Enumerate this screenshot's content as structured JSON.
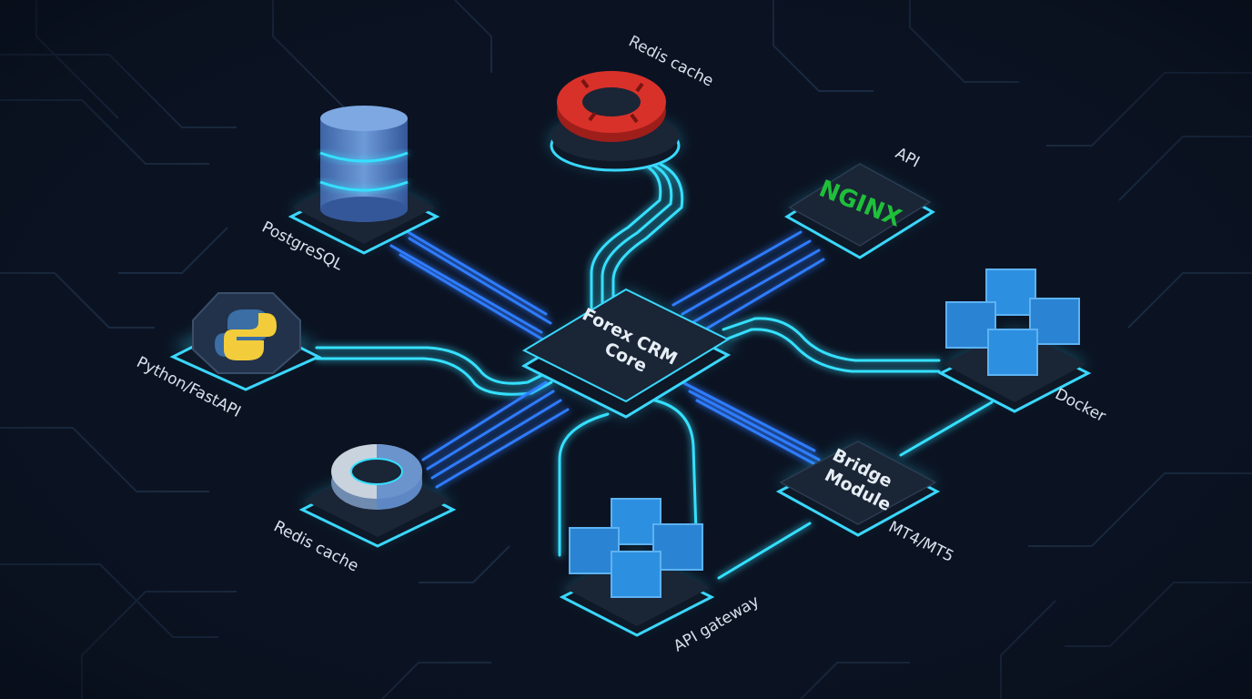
{
  "colors": {
    "background": "#0b1322",
    "circuit_trace": "#1a2a40",
    "wire_cyan": "#35e0ff",
    "wire_blue": "#2f7bff",
    "node_face": "#1a2536",
    "node_border": "#3ad8ff",
    "label_text": "#d9e2ee",
    "redis_red": "#d8312a",
    "nginx_green": "#1fbf3a",
    "docker_blue": "#2d8fe0",
    "postgres_blue": "#4d7cc0",
    "python_blue": "#3a6ea5",
    "python_yellow": "#f2cc3a"
  },
  "core": {
    "label_line1": "Forex CRM",
    "label_line2": "Core",
    "icon": "chip"
  },
  "nodes": {
    "redis_top": {
      "label": "Redis cache",
      "icon": "redis-ring-icon"
    },
    "api": {
      "label": "API",
      "logo_text": "NGINX",
      "icon": "nginx-logo-icon"
    },
    "postgres": {
      "label": "PostgreSQL",
      "icon": "database-icon"
    },
    "python": {
      "label": "Python/FastAPI",
      "icon": "python-logo-icon"
    },
    "docker": {
      "label": "Docker",
      "icon": "container-cubes-icon"
    },
    "redis_bottom": {
      "label": "Redis cache",
      "icon": "ring-icon"
    },
    "gateway": {
      "label": "API gateway",
      "icon": "container-cubes-icon"
    },
    "bridge": {
      "label_line1": "Bridge",
      "label_line2": "Module",
      "caption": "MT4/MT5",
      "icon": "chip"
    }
  }
}
